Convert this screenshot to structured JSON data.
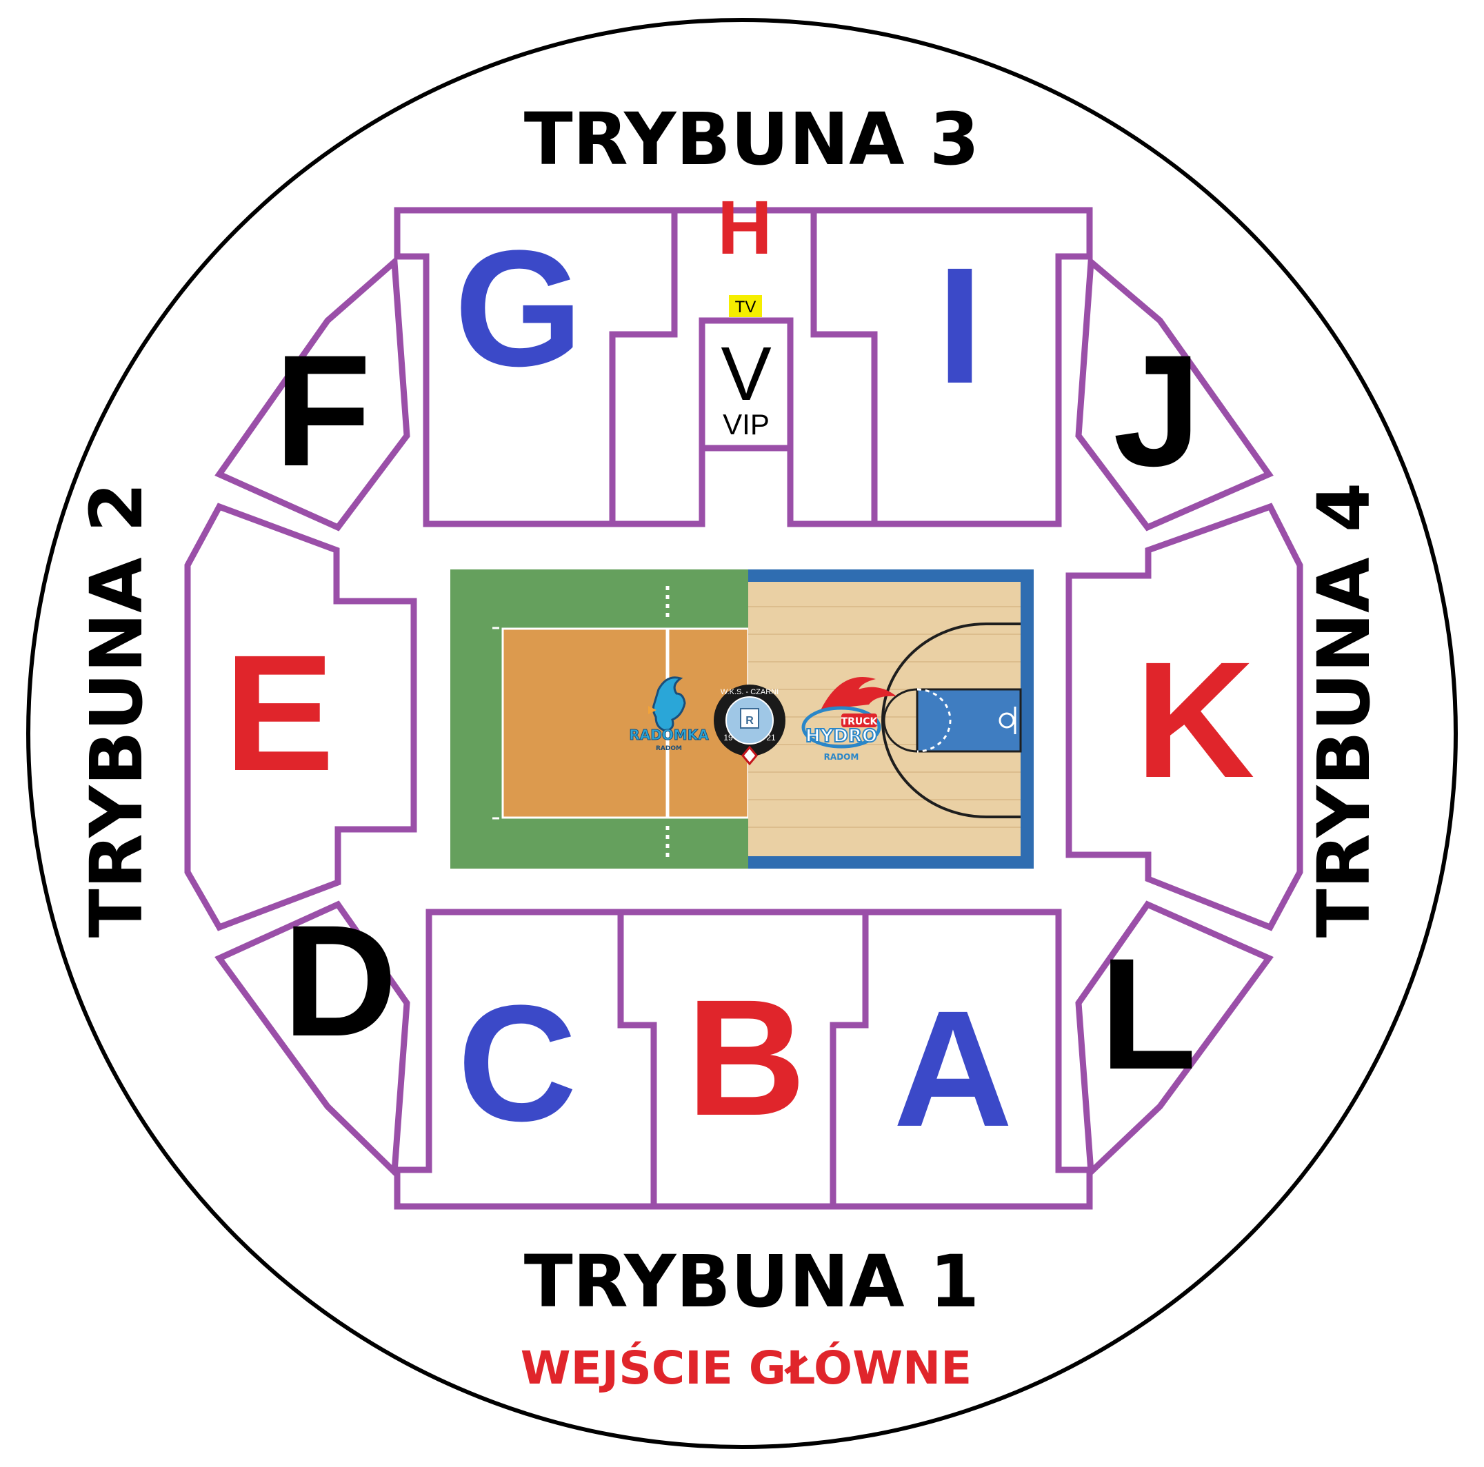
{
  "colors": {
    "sector_outline": "#9a4fa8",
    "red": "#e0252b",
    "blue": "#3b49c8",
    "black": "#000000",
    "volleyball_surround": "#65a05d",
    "volleyball_court": "#dc9a4e",
    "basketball_border": "#2f6db1",
    "basketball_wood": "#ead0a4",
    "basketball_paint": "#3f7dc1",
    "tv_badge": "#f5ee00"
  },
  "stands": {
    "top": "TRYBUNA 3",
    "bottom": "TRYBUNA 1",
    "left": "TRYBUNA 2",
    "right": "TRYBUNA 4"
  },
  "entrance": "WEJŚCIE GŁÓWNE",
  "sectors": {
    "A": {
      "label": "A",
      "color": "#3b49c8"
    },
    "B": {
      "label": "B",
      "color": "#e0252b"
    },
    "C": {
      "label": "C",
      "color": "#3b49c8"
    },
    "D": {
      "label": "D",
      "color": "#000000"
    },
    "E": {
      "label": "E",
      "color": "#e0252b"
    },
    "F": {
      "label": "F",
      "color": "#000000"
    },
    "G": {
      "label": "G",
      "color": "#3b49c8"
    },
    "H": {
      "label": "H",
      "color": "#e0252b"
    },
    "I": {
      "label": "I",
      "color": "#3b49c8"
    },
    "J": {
      "label": "J",
      "color": "#000000"
    },
    "K": {
      "label": "K",
      "color": "#e0252b"
    },
    "L": {
      "label": "L",
      "color": "#000000"
    },
    "V": {
      "label": "V",
      "sublabel": "VIP"
    }
  },
  "tv_badge": "TV",
  "logos": {
    "radomka": {
      "name": "RADOMKA",
      "sub": "RADOM",
      "icon": "rooster-icon"
    },
    "czarni": {
      "top": "W.K.S. - CZARNI",
      "year_left": "19",
      "year_right": "21",
      "center": "R",
      "icon": "crest-icon"
    },
    "hydro": {
      "badge": "TRUCK",
      "name": "HYDRO",
      "sub": "RADOM",
      "icon": "flame-ball-icon"
    }
  }
}
